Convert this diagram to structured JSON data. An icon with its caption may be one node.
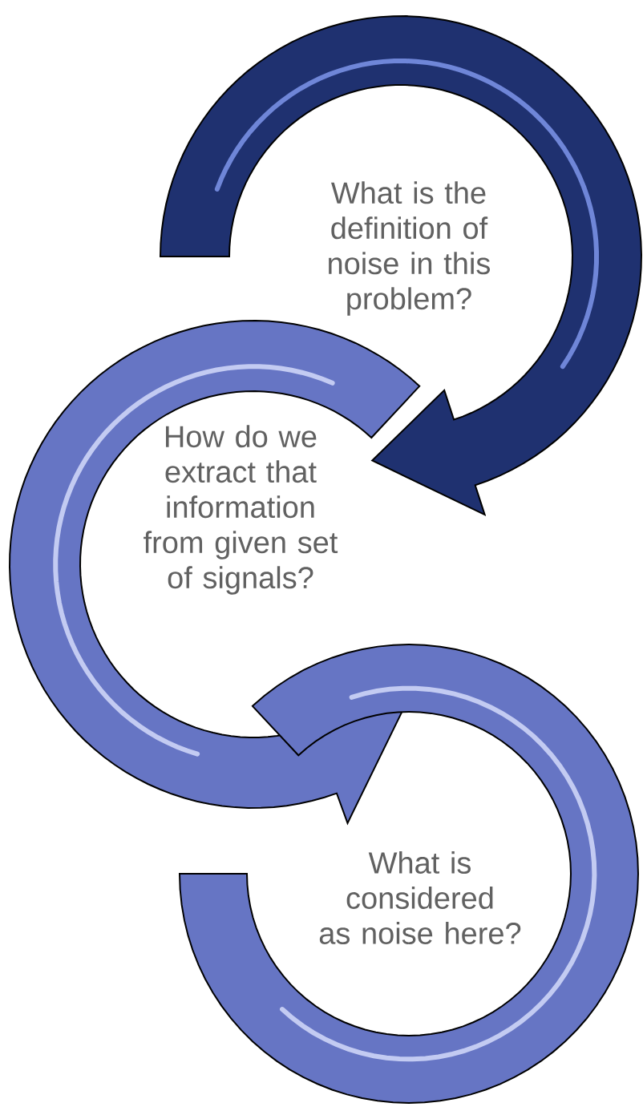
{
  "diagram": {
    "nodes": [
      {
        "text": [
          "What is the definition of noise in this problem?"
        ]
      },
      {
        "text": [
          "How do we extract that information from given set of signals?"
        ]
      },
      {
        "text": [
          "What is considered as noise here?"
        ]
      }
    ]
  }
}
